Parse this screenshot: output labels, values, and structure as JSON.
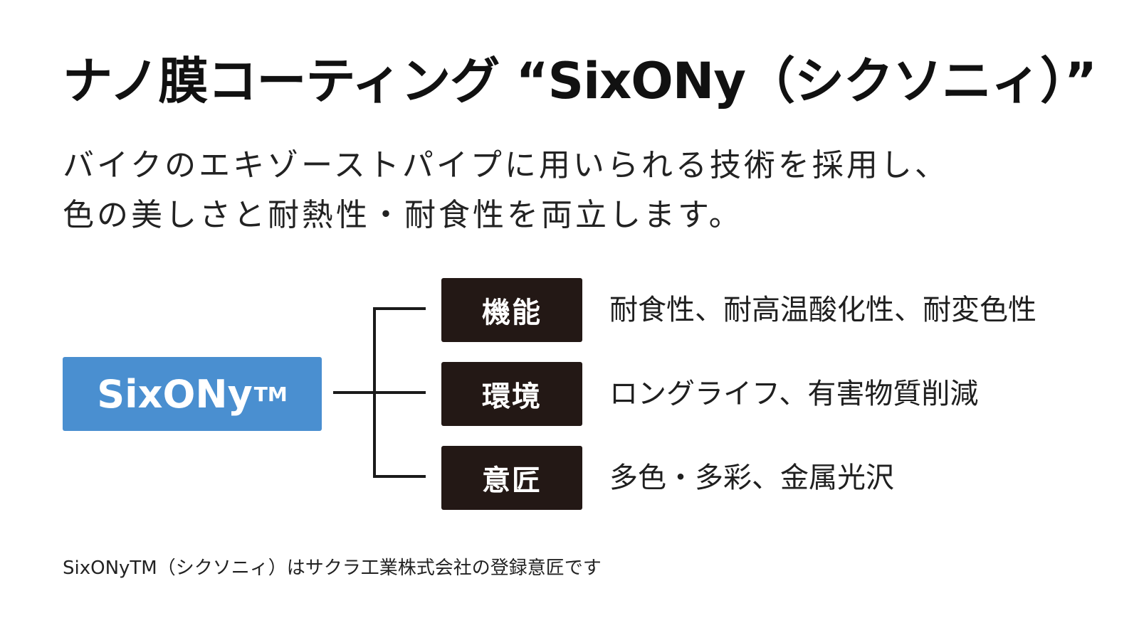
{
  "title": "ナノ膜コーティング “SixONy（シクソニィ）”",
  "lead": {
    "line1": "バイクのエキゾーストパイプに用いられる技術を採用し、",
    "line2": "色の美しさと耐熱性・耐食性を両立します。"
  },
  "root": {
    "label": "SixONy",
    "tm": "TM",
    "color": "#4a8fd0"
  },
  "branches": [
    {
      "label": "機能",
      "description": "耐食性、耐高温酸化性、耐変色性"
    },
    {
      "label": "環境",
      "description": "ロングライフ、有害物質削減"
    },
    {
      "label": "意匠",
      "description": "多色・多彩、金属光沢"
    }
  ],
  "branch_color": "#231815",
  "footnote": "SixONyTM（シクソニィ）はサクラ工業株式会社の登録意匠です"
}
